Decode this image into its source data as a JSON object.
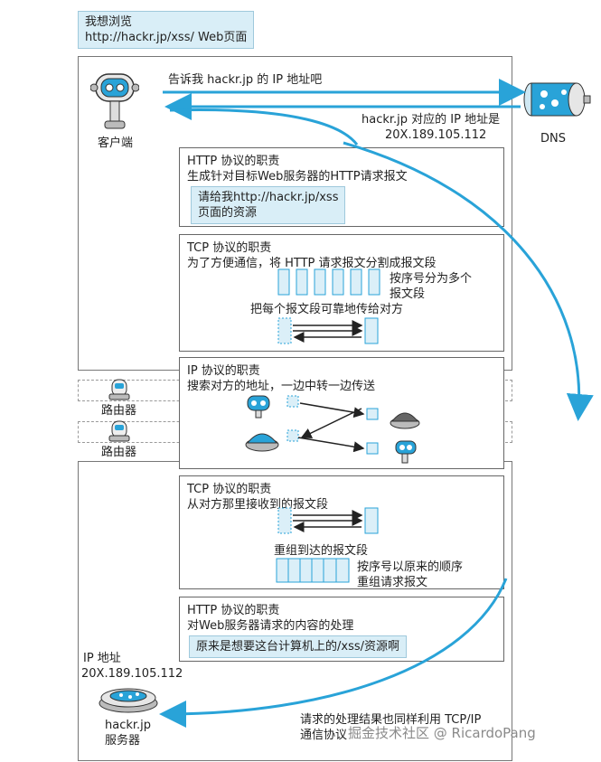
{
  "top_note": {
    "line1": "我想浏览",
    "line2": "http://hackr.jp/xss/ Web页面"
  },
  "client": {
    "label": "客户端"
  },
  "dns": {
    "label": "DNS",
    "query": "告诉我 hackr.jp 的 IP 地址吧",
    "answer_line1": "hackr.jp 对应的 IP 地址是",
    "answer_line2": "20X.189.105.112"
  },
  "http_client": {
    "title": "HTTP 协议的职责",
    "desc": "生成针对目标Web服务器的HTTP请求报文",
    "bubble_line1": "请给我http://hackr.jp/xss",
    "bubble_line2": "页面的资源"
  },
  "tcp_client": {
    "title": "TCP 协议的职责",
    "desc": "为了方便通信，将 HTTP 请求报文分割成报文段",
    "seq_line1": "按序号分为多个",
    "seq_line2": "报文段",
    "reliable": "把每个报文段可靠地传给对方"
  },
  "routers": [
    {
      "label": "路由器"
    },
    {
      "label": "路由器"
    }
  ],
  "ip": {
    "title": "IP 协议的职责",
    "desc": "搜索对方的地址，一边中转一边传送"
  },
  "tcp_server": {
    "title": "TCP 协议的职责",
    "desc": "从对方那里接收到的报文段",
    "reassemble": "重组到达的报文段",
    "order_line1": "按序号以原来的顺序",
    "order_line2": "重组请求报文"
  },
  "http_server": {
    "title": "HTTP 协议的职责",
    "desc": "对Web服务器请求的内容的处理",
    "bubble": "原来是想要这台计算机上的/xss/资源啊"
  },
  "server": {
    "ip_label": "IP 地址",
    "ip_value": "20X.189.105.112",
    "name_line1": "hackr.jp",
    "name_line2": "服务器"
  },
  "result": {
    "line1": "请求的处理结果也同样利用 TCP/IP",
    "line2": "通信协议"
  },
  "watermark": "掘金技术社区 @ RicardoPang",
  "colors": {
    "accent": "#29a3d8",
    "bubble": "#d9eef7",
    "border": "#666666"
  }
}
